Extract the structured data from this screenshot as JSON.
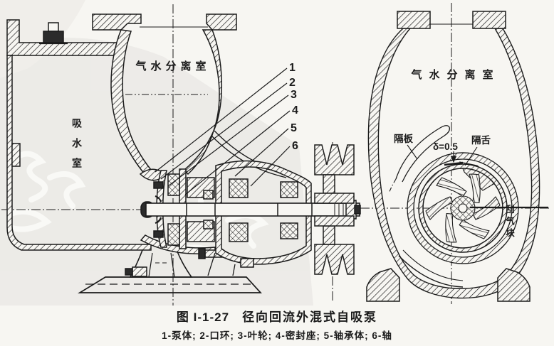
{
  "figure_caption": {
    "number": "图 I-1-27",
    "title": "径向回流外混式自吸泵",
    "parts_legend": "1-泵体; 2-口环; 3-叶轮; 4-密封座; 5-轴承体; 6-轴"
  },
  "left_view": {
    "separation_chamber_label": "气水分离室",
    "suction_chamber_label": "吸水室",
    "part_numbers": [
      "1",
      "2",
      "3",
      "4",
      "5",
      "6"
    ]
  },
  "right_view": {
    "separation_chamber_label": "气水分离室",
    "baffle_label": "隔板",
    "gap_label": "δ=0.5",
    "tongue_label": "隔舌",
    "gas_block_label": "刮气块"
  },
  "colors": {
    "ink": "#1b1b1b",
    "paper": "#f7f6f2",
    "watermark": "#e6e5e1"
  }
}
